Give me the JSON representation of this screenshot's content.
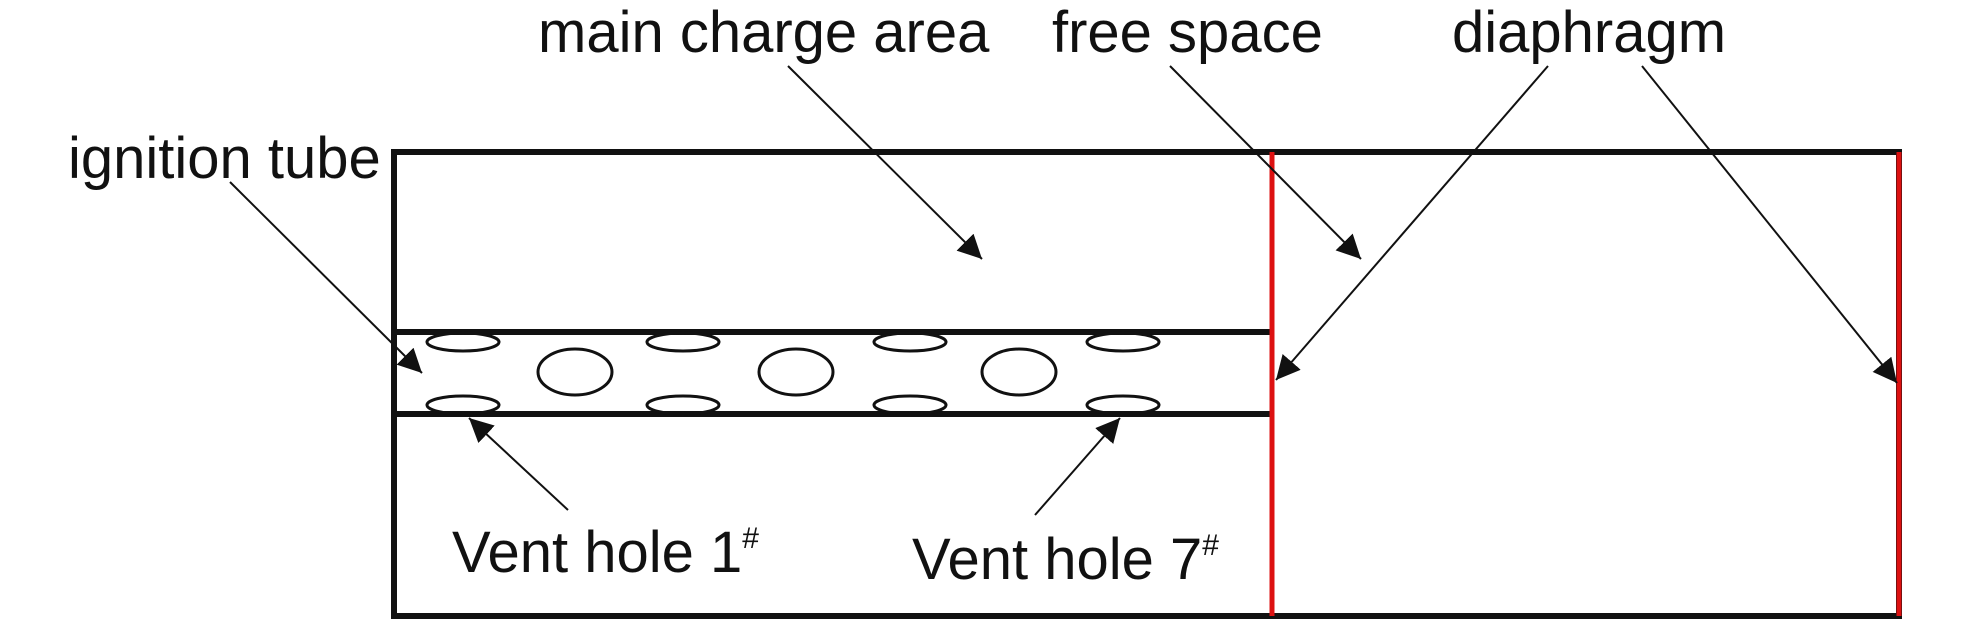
{
  "labels": {
    "main_charge_area": "main charge area",
    "free_space": "free space",
    "diaphragm": "diaphragm",
    "ignition_tube": "ignition tube",
    "vent_hole_1": {
      "text": "Vent hole 1",
      "sup": "#"
    },
    "vent_hole_7": {
      "text": "Vent hole 7",
      "sup": "#"
    }
  },
  "colors": {
    "outline": "#111111",
    "diaphragm": "#dd1111",
    "background": "#ffffff"
  }
}
